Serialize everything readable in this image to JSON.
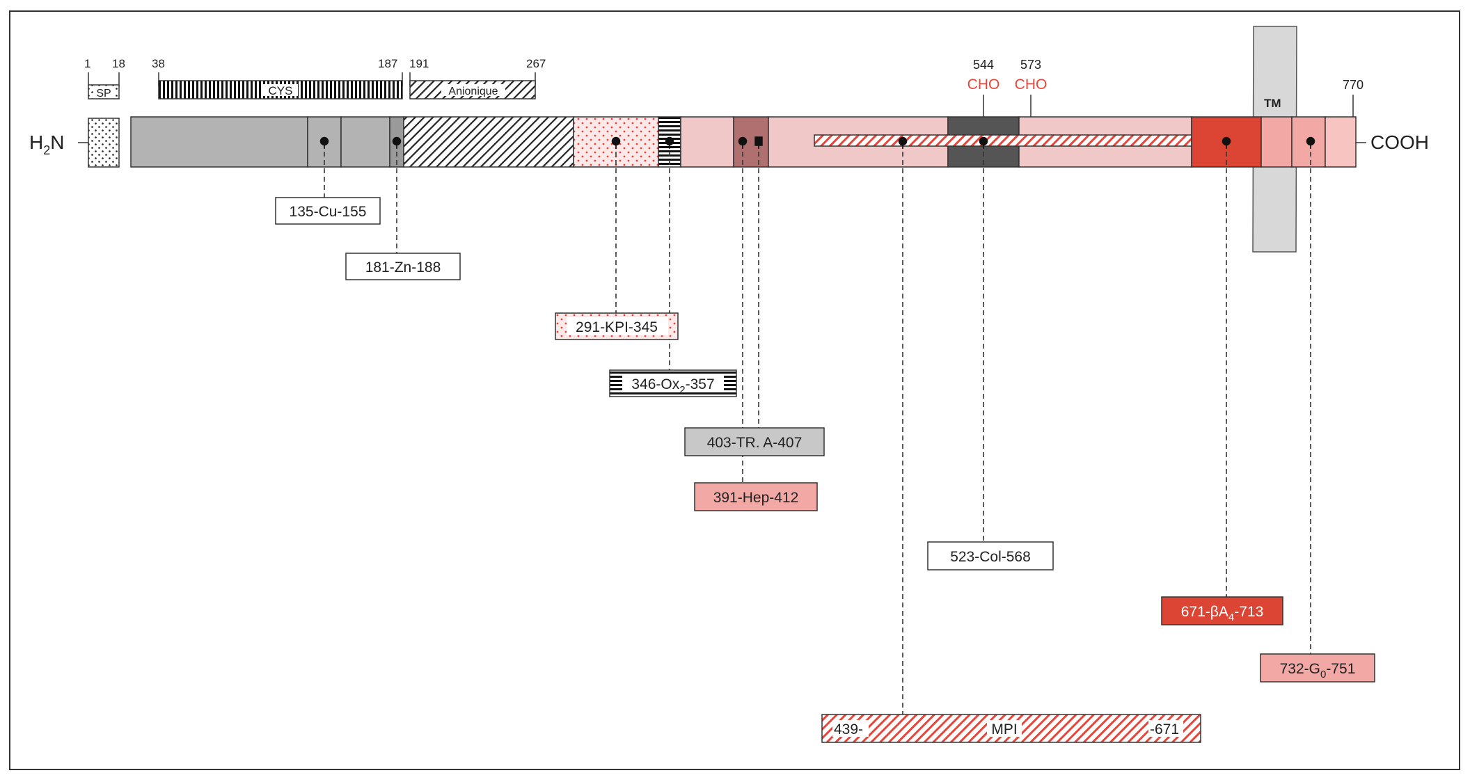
{
  "terminals": {
    "n": "H",
    "n_sub": "2",
    "n_tail": "N",
    "c": "COOH"
  },
  "signal_peptide": {
    "start": "1",
    "end": "18",
    "label": "SP"
  },
  "cys_region": {
    "start": "38",
    "end": "187",
    "label": "CYS"
  },
  "anionic_region": {
    "start": "191",
    "end": "267",
    "label": "Anionique"
  },
  "glycosylation": [
    {
      "position": "544",
      "label": "CHO"
    },
    {
      "position": "573",
      "label": "CHO"
    }
  ],
  "transmembrane": {
    "label": "TM",
    "end": "770"
  },
  "domains": [
    {
      "id": "cu",
      "pre": "135-Cu-155",
      "sub": "",
      "post": ""
    },
    {
      "id": "zn",
      "pre": "181-Zn-188",
      "sub": "",
      "post": ""
    },
    {
      "id": "kpi",
      "pre": "291-KPI-345",
      "sub": "",
      "post": ""
    },
    {
      "id": "ox2",
      "pre": "346-Ox",
      "sub": "2",
      "post": "-357"
    },
    {
      "id": "tra",
      "pre": "403-TR. A-407",
      "sub": "",
      "post": ""
    },
    {
      "id": "hep",
      "pre": "391-Hep-412",
      "sub": "",
      "post": ""
    },
    {
      "id": "col",
      "pre": "523-Col-568",
      "sub": "",
      "post": ""
    },
    {
      "id": "ba4",
      "pre": "671-βA",
      "sub": "4",
      "post": "-713"
    },
    {
      "id": "g0",
      "pre": "732-G",
      "sub": "0",
      "post": "-751"
    }
  ],
  "mpi": {
    "start": "439-",
    "label": "MPI",
    "end": "-671"
  },
  "colors": {
    "gray": "#b3b3b3",
    "dark_gray": "#555555",
    "pink": "#f0c8c8",
    "mauve": "#b07070",
    "red": "#dc4434",
    "salmon": "#f2a8a4",
    "tm": "#d8d8d8",
    "accent_red": "#e8453a"
  }
}
